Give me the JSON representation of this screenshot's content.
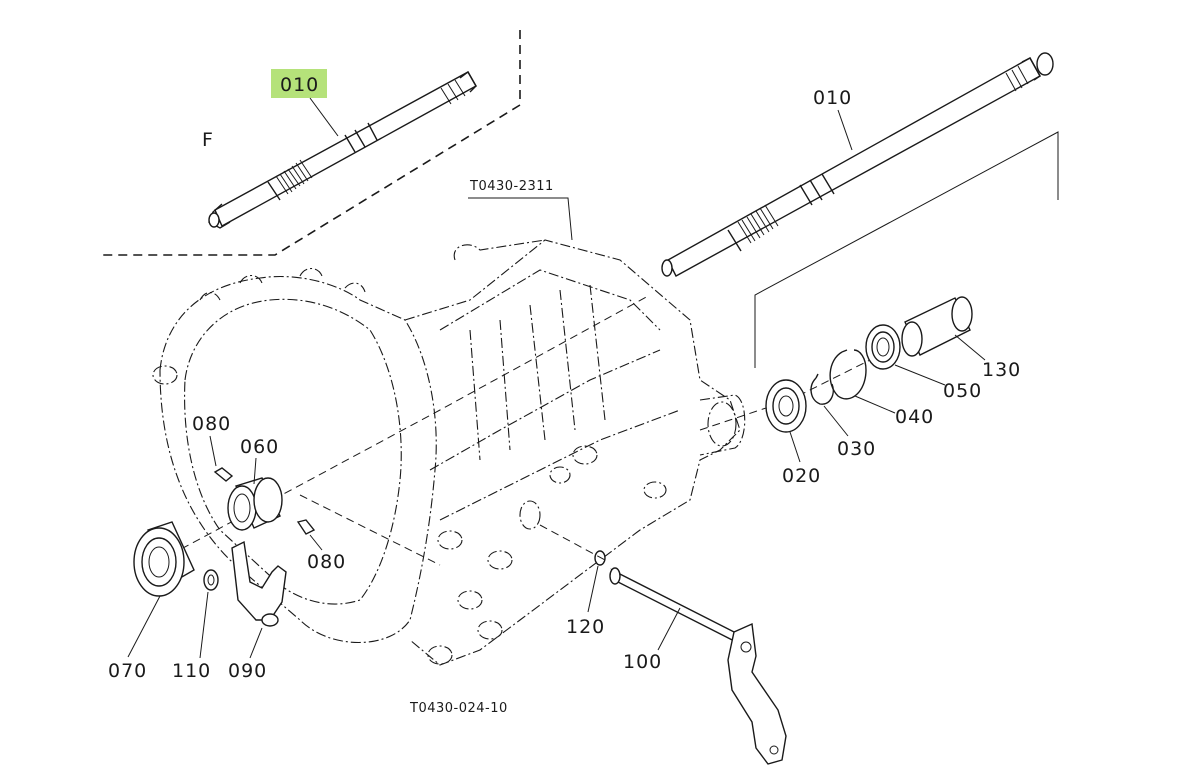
{
  "highlight_color": "#b5e27a",
  "labels": {
    "p010_highlighted": "010",
    "section_f": "F",
    "p010": "010",
    "ref_top": "T0430-2311",
    "p130": "130",
    "p050": "050",
    "p040": "040",
    "p030": "030",
    "p020": "020",
    "p080_a": "080",
    "p060": "060",
    "p080_b": "080",
    "p070": "070",
    "p110": "110",
    "p090": "090",
    "p120": "120",
    "p100": "100",
    "ref_bottom": "T0430-024-10"
  }
}
